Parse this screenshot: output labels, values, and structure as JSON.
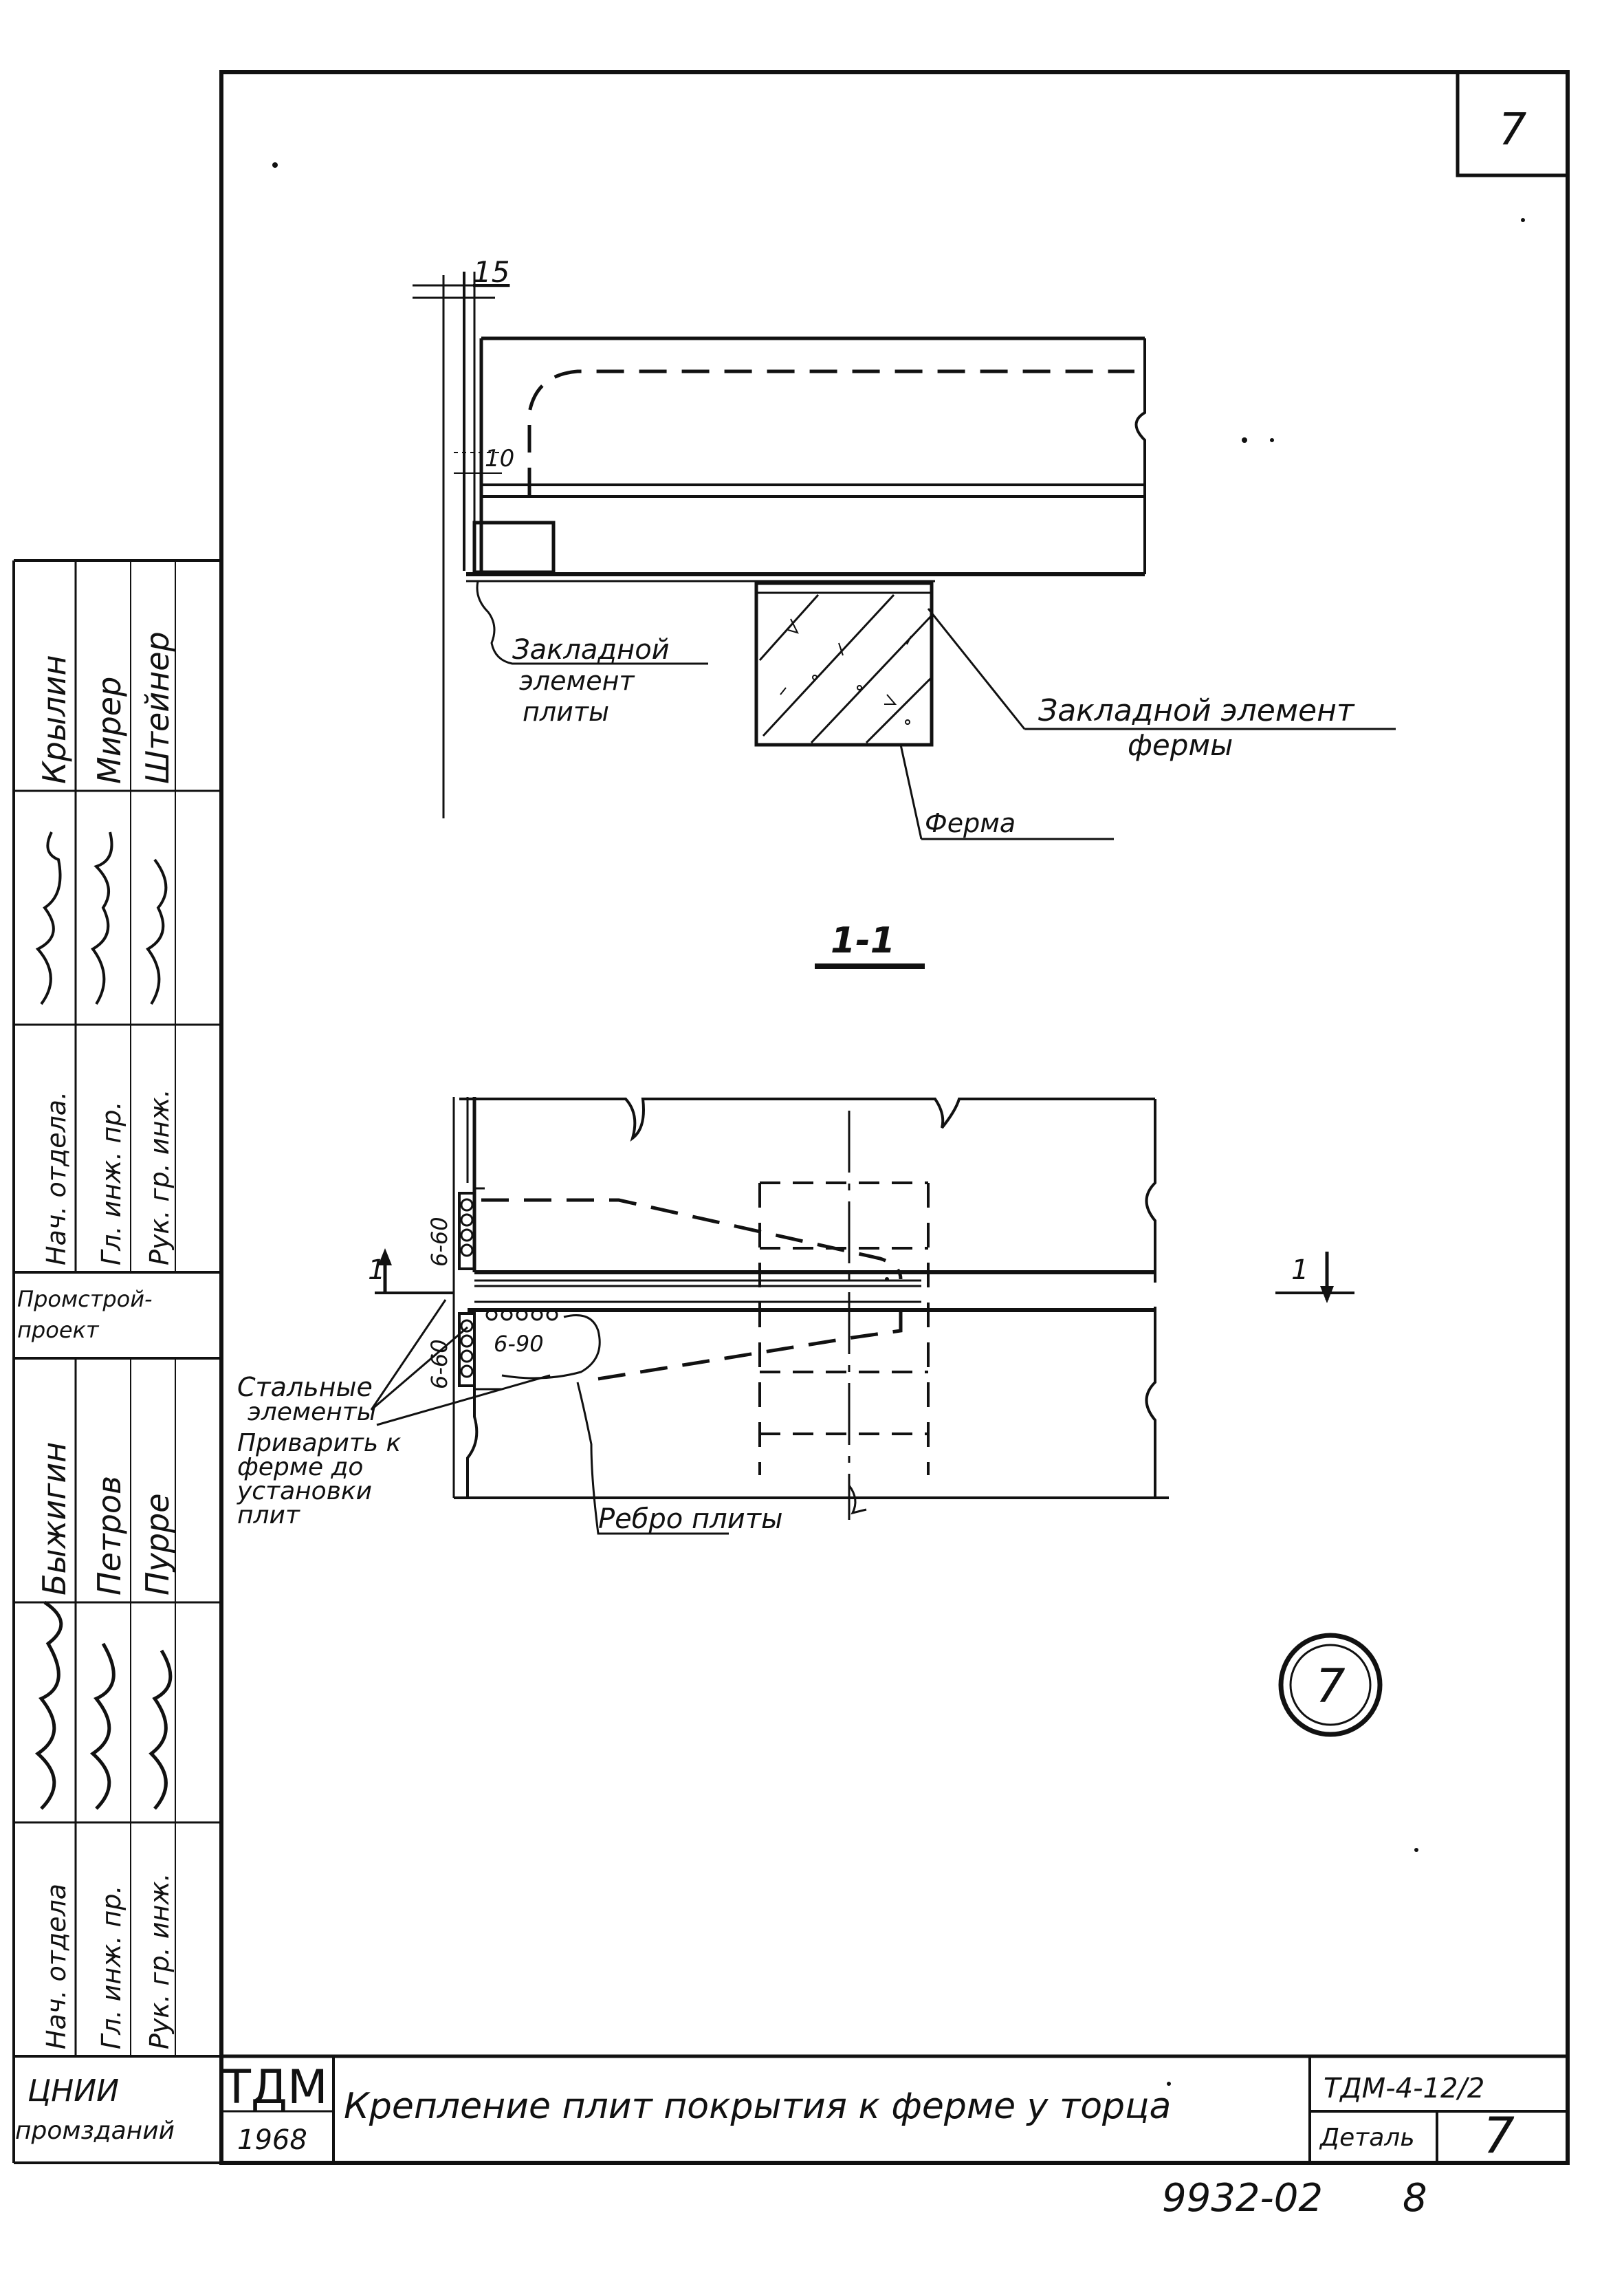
{
  "sheet_number": "7",
  "detail_circle": "7",
  "section_label": "1-1",
  "section_marks": [
    "1",
    "1"
  ],
  "top_view": {
    "dim_top": "15",
    "dim_mid": "10",
    "callout_plate_embed": [
      "Закладной",
      "элемент",
      "плиты"
    ],
    "callout_truss_embed": [
      "Закладной элемент",
      "фермы"
    ],
    "callout_truss": "Ферма"
  },
  "bottom_view": {
    "weld_upper": "6-60",
    "weld_lower": "6-60",
    "weld_inner": "6-90",
    "callout_steel": [
      "Стальные",
      "элементы"
    ],
    "callout_weld_note": [
      "Приварить к",
      "ферме до",
      "установки",
      "плит"
    ],
    "callout_rib": "Ребро плиты"
  },
  "side_stamp": {
    "upper_roles": [
      "Нач. отдела.",
      "Гл. инж. пр.",
      "Рук. гр. инж."
    ],
    "upper_names": [
      "Крылин",
      "Мирер",
      "Штейнер"
    ],
    "org_upper": [
      "Промстрой-",
      "проект"
    ],
    "lower_roles": [
      "Нач. отдела",
      "Гл. инж. пр.",
      "Рук. гр. инж."
    ],
    "lower_names": [
      "Быжигин",
      "Петров",
      "Пурре"
    ],
    "org_lower": [
      "ЦНИИ",
      "промзданий"
    ]
  },
  "title_block": {
    "logo": "ТДМ",
    "year": "1968",
    "title": "Крепление плит покрытия к ферме у торца",
    "code": "ТДМ-4-12/2",
    "detail_label": "Деталь",
    "detail_number": "7"
  },
  "footer": {
    "archive_number": "9932-02",
    "page": "8"
  }
}
